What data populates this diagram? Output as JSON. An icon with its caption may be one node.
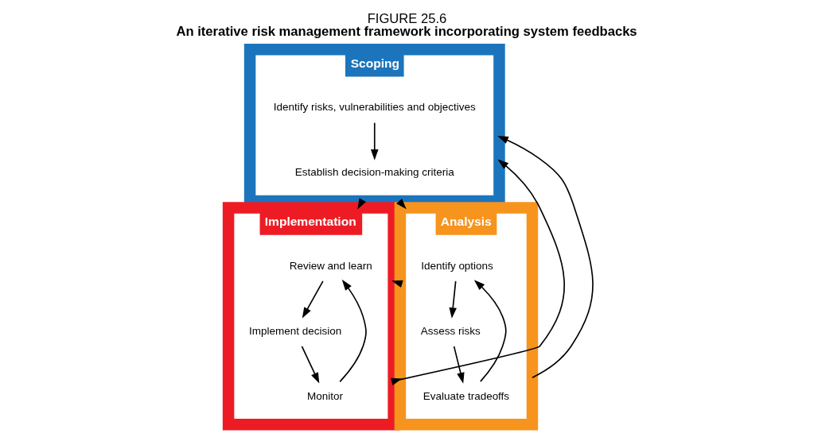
{
  "diagram": {
    "title": "FIGURE 25.6",
    "caption": "An iterative risk management framework incorporating system feedbacks",
    "nodes": [
      {
        "text": [
          "Scoping"
        ]
      },
      {
        "text": [
          "Identify risks, vulnerabilities and objectives"
        ],
        "in": 0
      },
      {
        "text": [
          "Establish decision-making criteria"
        ],
        "in": 0
      },
      {
        "text": [
          "Implementation"
        ]
      },
      {
        "text": [
          "Review and learn"
        ],
        "in": 3
      },
      {
        "text": [
          "Implement decision"
        ],
        "in": 3
      },
      {
        "text": [
          "Monitor"
        ],
        "in": 3
      },
      {
        "text": [
          "Analysis"
        ]
      },
      {
        "text": [
          "Identify options"
        ],
        "in": 7
      },
      {
        "text": [
          "Assess risks"
        ],
        "in": 7
      },
      {
        "text": [
          "Evaluate tradeoffs"
        ],
        "in": 7
      }
    ],
    "edges": [
      {
        "from": 1,
        "to": 2,
        "arrow": "to"
      },
      {
        "from": 0,
        "to": 7,
        "arrow": "to"
      },
      {
        "from": 7,
        "to": 0,
        "arrow": "to"
      },
      {
        "from": 0,
        "to": 3,
        "arrow": "to"
      },
      {
        "from": 3,
        "to": 0,
        "arrow": "to"
      },
      {
        "from": 3,
        "to": 7,
        "arrow": "to"
      },
      {
        "from": 7,
        "to": 3,
        "arrow": "to"
      },
      {
        "from": 4,
        "to": 5,
        "arrow": "to"
      },
      {
        "from": 5,
        "to": 6,
        "arrow": "to"
      },
      {
        "from": 6,
        "to": 4,
        "arrow": "to"
      },
      {
        "from": 8,
        "to": 9,
        "arrow": "to"
      },
      {
        "from": 9,
        "to": 10,
        "arrow": "to"
      },
      {
        "from": 10,
        "to": 8,
        "arrow": "to"
      }
    ]
  }
}
